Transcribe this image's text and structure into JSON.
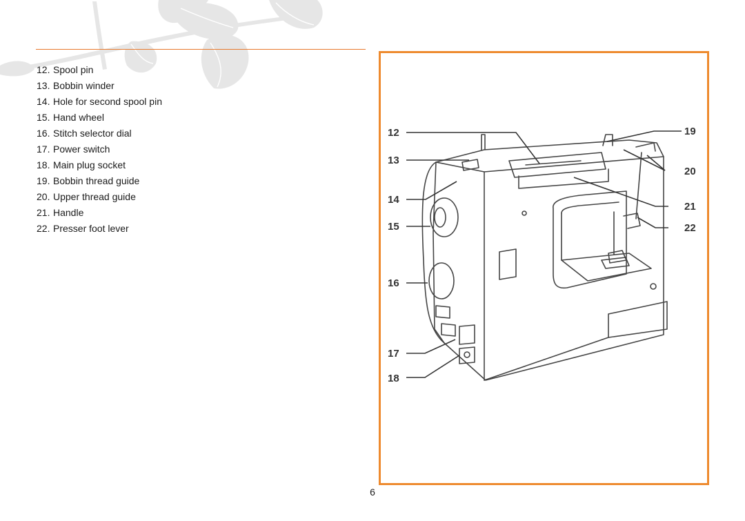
{
  "parts": [
    {
      "number": "12.",
      "label": "Spool pin"
    },
    {
      "number": "13.",
      "label": "Bobbin winder"
    },
    {
      "number": "14.",
      "label": "Hole for second spool pin"
    },
    {
      "number": "15.",
      "label": "Hand wheel"
    },
    {
      "number": "16.",
      "label": "Stitch selector dial"
    },
    {
      "number": "17.",
      "label": "Power switch"
    },
    {
      "number": "18.",
      "label": "Main plug socket"
    },
    {
      "number": "19.",
      "label": "Bobbin thread guide"
    },
    {
      "number": "20.",
      "label": "Upper thread guide"
    },
    {
      "number": "21.",
      "label": "Handle"
    },
    {
      "number": "22.",
      "label": "Presser foot lever"
    }
  ],
  "figure": {
    "callouts": [
      "12",
      "13",
      "14",
      "15",
      "16",
      "17",
      "18",
      "19",
      "20",
      "21",
      "22"
    ]
  },
  "page_number": "6",
  "colors": {
    "accent": "#e8782b",
    "frame": "#ee8a2e",
    "leaf": "#e4e4e4"
  }
}
